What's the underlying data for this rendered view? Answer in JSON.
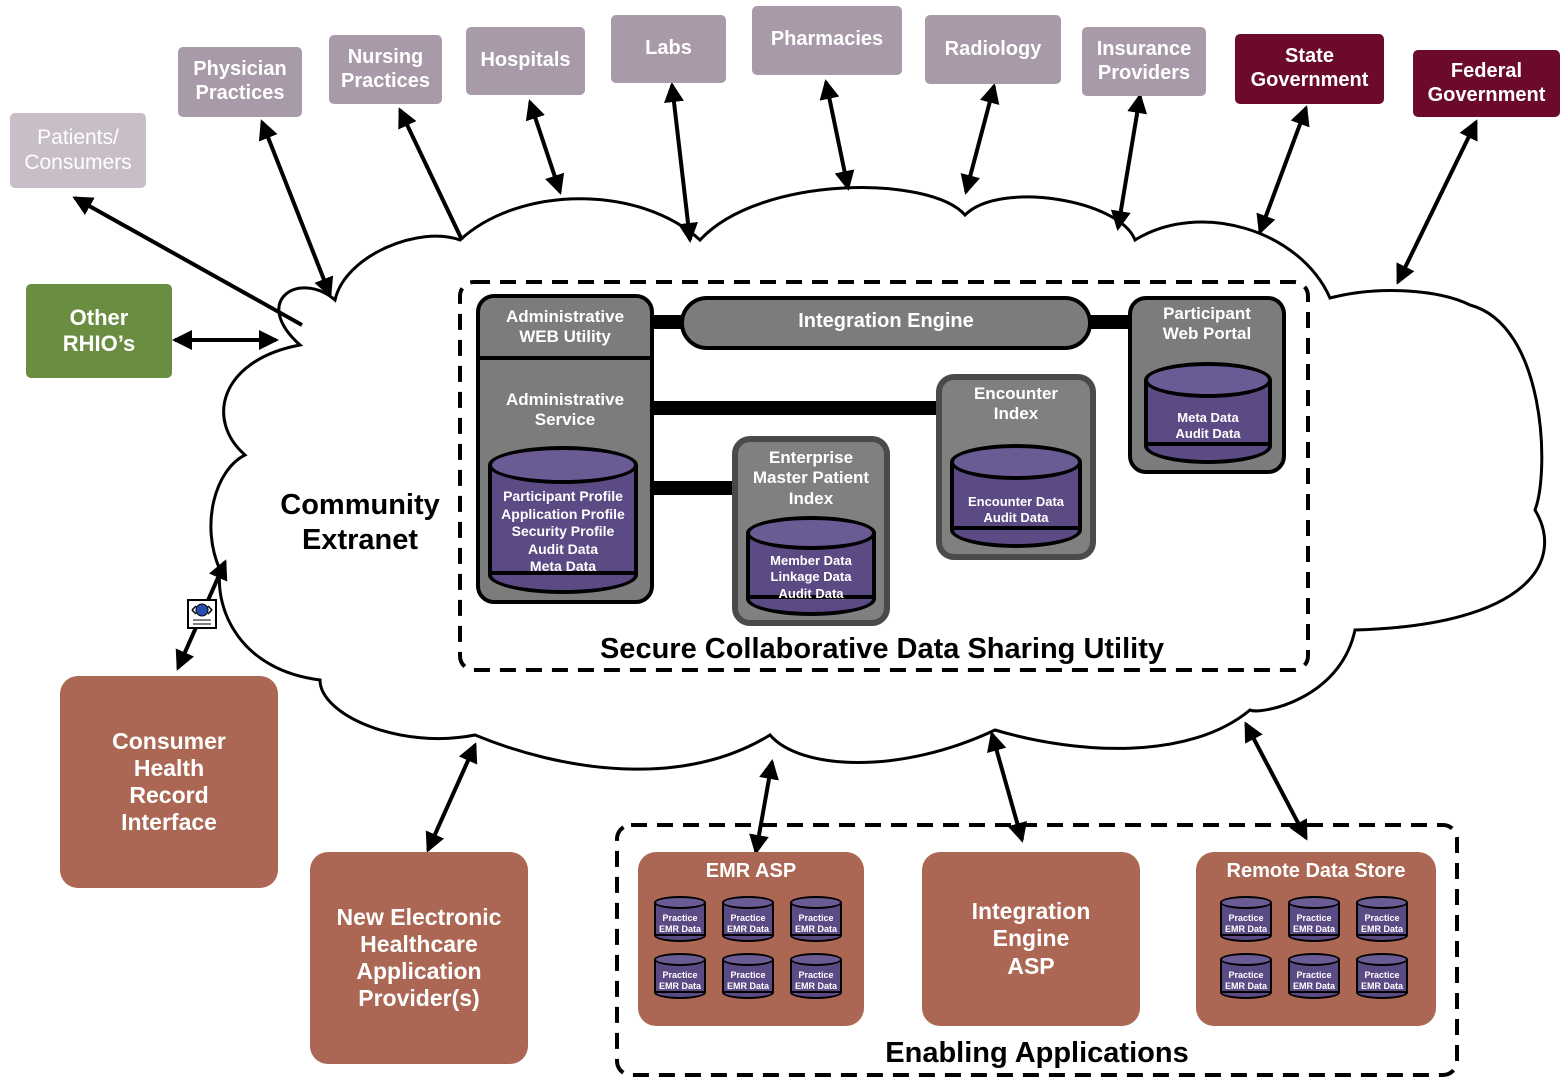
{
  "external_entities": {
    "patients": "Patients/\nConsumers",
    "physician": "Physician\nPractices",
    "nursing": "Nursing\nPractices",
    "hospitals": "Hospitals",
    "labs": "Labs",
    "pharmacies": "Pharmacies",
    "radiology": "Radiology",
    "insurance": "Insurance\nProviders",
    "state_gov": "State\nGovernment",
    "federal_gov": "Federal\nGovernment",
    "other_rhios": "Other\nRHIO’s"
  },
  "cloud": {
    "label": "Community\nExtranet"
  },
  "utility": {
    "title": "Secure Collaborative Data Sharing Utility",
    "admin_web": "Administrative\nWEB Utility",
    "integration_engine": "Integration Engine",
    "participant_portal": "Participant\nWeb Portal",
    "portal_db": "Meta Data\nAudit Data",
    "admin_service": "Administrative\nService",
    "admin_db": "Participant Profile\nApplication Profile\nSecurity Profile\nAudit Data\nMeta Data",
    "encounter_index": "Encounter\nIndex",
    "encounter_db": "Encounter Data\nAudit Data",
    "empi": "Enterprise\nMaster Patient\nIndex",
    "empi_db": "Member Data\nLinkage Data\nAudit Data"
  },
  "consumer_interface": "Consumer\nHealth\nRecord\nInterface",
  "new_provider": "New Electronic\nHealthcare\nApplication\nProvider(s)",
  "enabling": {
    "title": "Enabling Applications",
    "emr_asp": "EMR ASP",
    "integration_asp": "Integration\nEngine\nASP",
    "remote_store": "Remote Data Store",
    "mini_db_label": "Practice\nEMR Data"
  },
  "colors": {
    "lavender": "#a89aa8",
    "maroon": "#6b0a2a",
    "green": "#6a8d42",
    "brown": "#ab6753",
    "gray_panel": "#7c7c7c",
    "purple_db": "#5b4a84"
  }
}
